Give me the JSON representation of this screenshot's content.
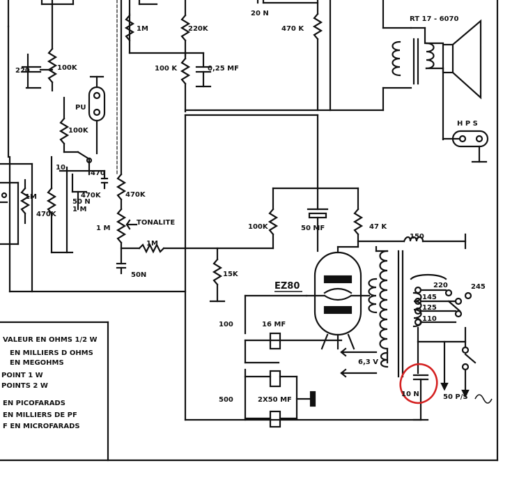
{
  "labels": {
    "r_20n": "20 N",
    "rt": "RT 17 - 6070",
    "r_1m_a": "1M",
    "r_220k_a": "220K",
    "r_470k_a": "470 K",
    "c_220": "220",
    "r_100k_a": "100K",
    "r_100k_b": "100 K",
    "c_025": "0,25 MF",
    "pu": "PU",
    "r_100k_c": "100K",
    "hps": "H P S",
    "c_10": "10",
    "c_470": "470",
    "r_470k_b": "470K",
    "r_50n": "50 N",
    "r_1m_b": "1 M",
    "r_470k_c": "470K",
    "r_1m_c": "1M",
    "r_470k_d": "470K",
    "r_1m_d": "1 M",
    "tonalite": "TONALITE",
    "r_100k_d": "100K",
    "c_50mf": "50 MF",
    "r_47k": "47 K",
    "r_150": "150",
    "r_1m_e": "1M",
    "c_50n": "50N",
    "r_15k": "15K",
    "ez80": "EZ80",
    "t_220": "220",
    "t_245": "245",
    "t_145": "145",
    "t_125": "125",
    "t_110": "110",
    "r_100": "100",
    "c_16mf": "16 MF",
    "v_63": "6,3 V",
    "c_10n": "10 N",
    "hz": "50 P/S",
    "r_500": "500",
    "c_2x50": "2X50 MF"
  },
  "legend": {
    "line1": "VALEUR EN OHMS 1/2 W",
    "line2": "EN MILLIERS D OHMS",
    "line3": "EN MEGOHMS",
    "line4": "POINT     1 W",
    "line5": "POINTS    2 W",
    "line6": "EN PICOFARADS",
    "line7": "EN MILLIERS DE PF",
    "line8": "F EN   MICROFARADS"
  },
  "colors": {
    "ink": "#111111",
    "highlight": "#d42020"
  }
}
